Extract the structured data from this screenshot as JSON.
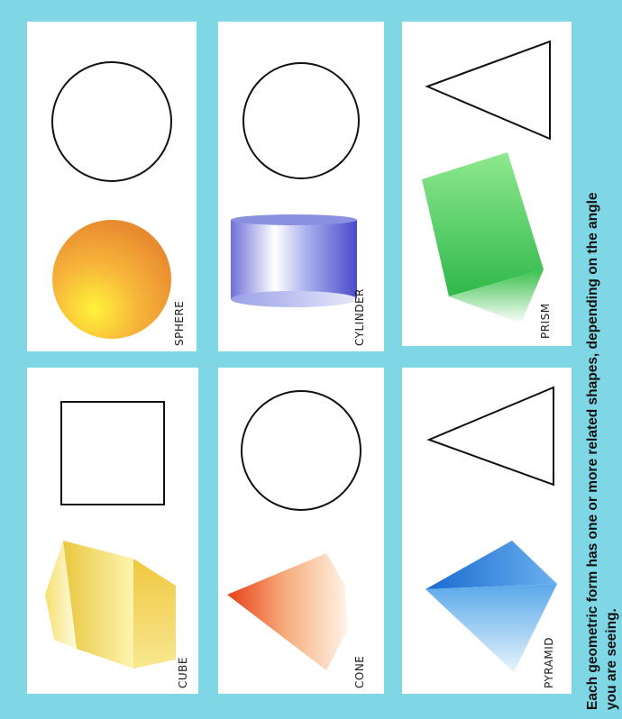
{
  "shapes": {
    "sphere": "SPHERE",
    "cylinder": "CYLINDER",
    "prism": "PRISM",
    "cube": "CUBE",
    "cone": "CONE",
    "pyramid": "PYRAMID"
  },
  "caption": {
    "line1": "Each geometric form has one or more related shapes, depending on the angle",
    "line2": "you are seeing."
  },
  "colors": {
    "background": "#7fd6e4",
    "sphere": "#f0a030",
    "cylinder": "#6a6ad8",
    "prism": "#3fc050",
    "cube": "#f0d060",
    "cone": "#e85020",
    "pyramid": "#2a7fd8"
  }
}
